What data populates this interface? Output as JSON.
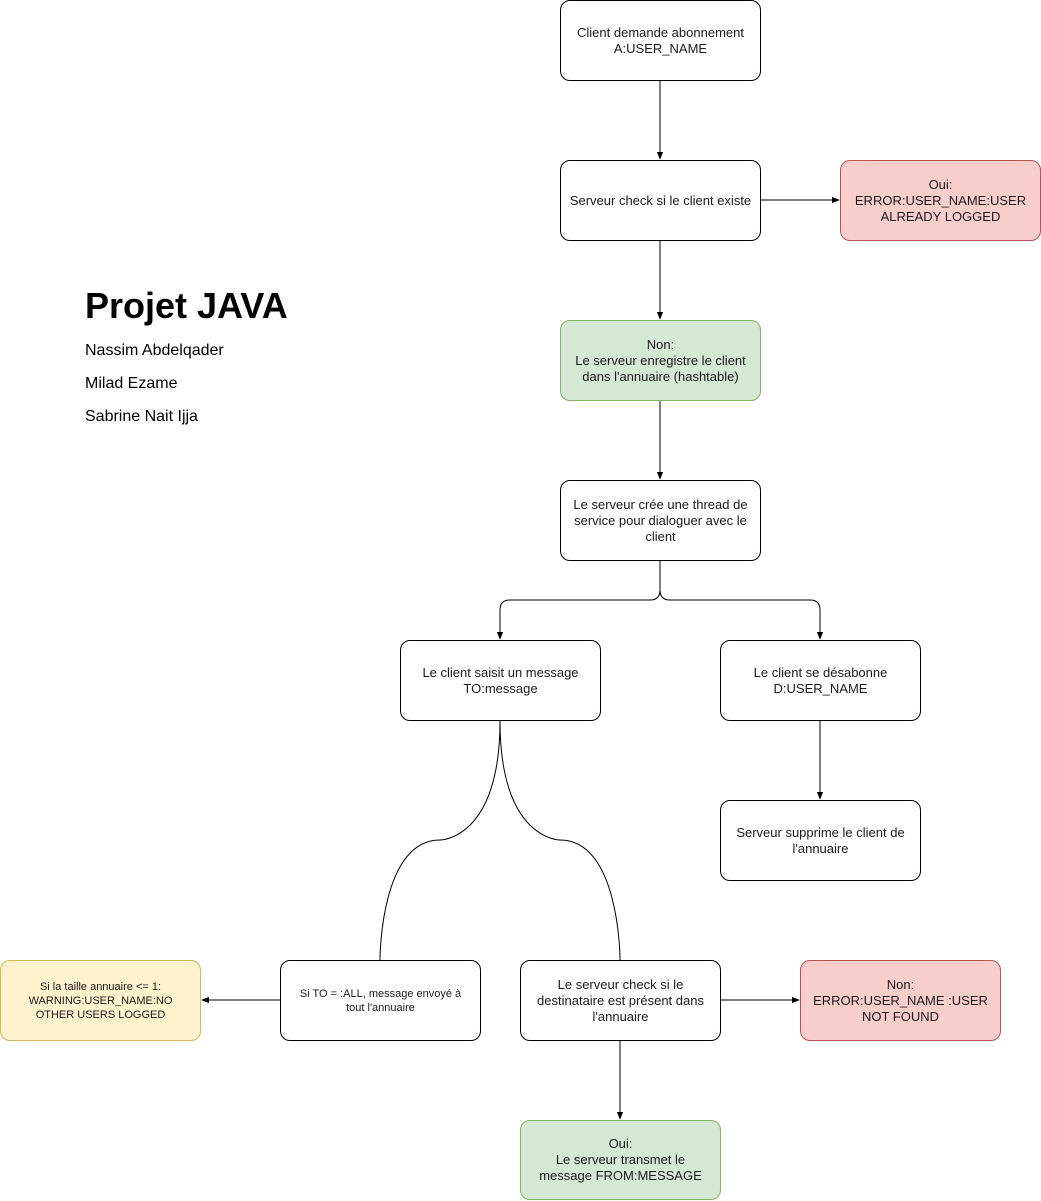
{
  "header": {
    "title": "Projet JAVA",
    "authors": [
      "Nassim Abdelqader",
      "Milad Ezame",
      "Sabrine Nait Ijja"
    ]
  },
  "colors": {
    "error_fill": "#f8cecc",
    "error_stroke": "#b85450",
    "success_fill": "#d5e8d4",
    "success_stroke": "#82b366",
    "warning_fill": "#fff2cc",
    "warning_stroke": "#d6b656"
  },
  "nodes": {
    "subscribe_request": "Client demande abonnement\nA:USER_NAME",
    "check_client_exists": "Serveur check si le client existe",
    "already_logged_error": "Oui:\nERROR:USER_NAME:USER\nALREADY LOGGED",
    "register_client": "Non:\nLe serveur enregistre le client\ndans l'annuaire (hashtable)",
    "create_service_thread": "Le serveur crée une thread de\nservice pour dialoguer avec le\nclient",
    "client_sends_message": "Le client saisit un message\nTO:message",
    "client_unsubscribes": "Le client se désabonne\nD:USER_NAME",
    "server_removes_client": "Serveur supprime le client de\nl'annuaire",
    "broadcast_all": "Si TO = :ALL, message envoyé à\ntout l'annuaire",
    "no_other_users_warning": "Si la taille annuaire <= 1:\nWARNING:USER_NAME:NO\nOTHER USERS LOGGED",
    "check_recipient": "Le serveur check si le\ndestinataire est présent dans\nl'annuaire",
    "user_not_found_error": "Non:\nERROR:USER_NAME :USER\nNOT FOUND",
    "transmit_message": "Oui:\nLe serveur transmet le\nmessage FROM:MESSAGE"
  }
}
